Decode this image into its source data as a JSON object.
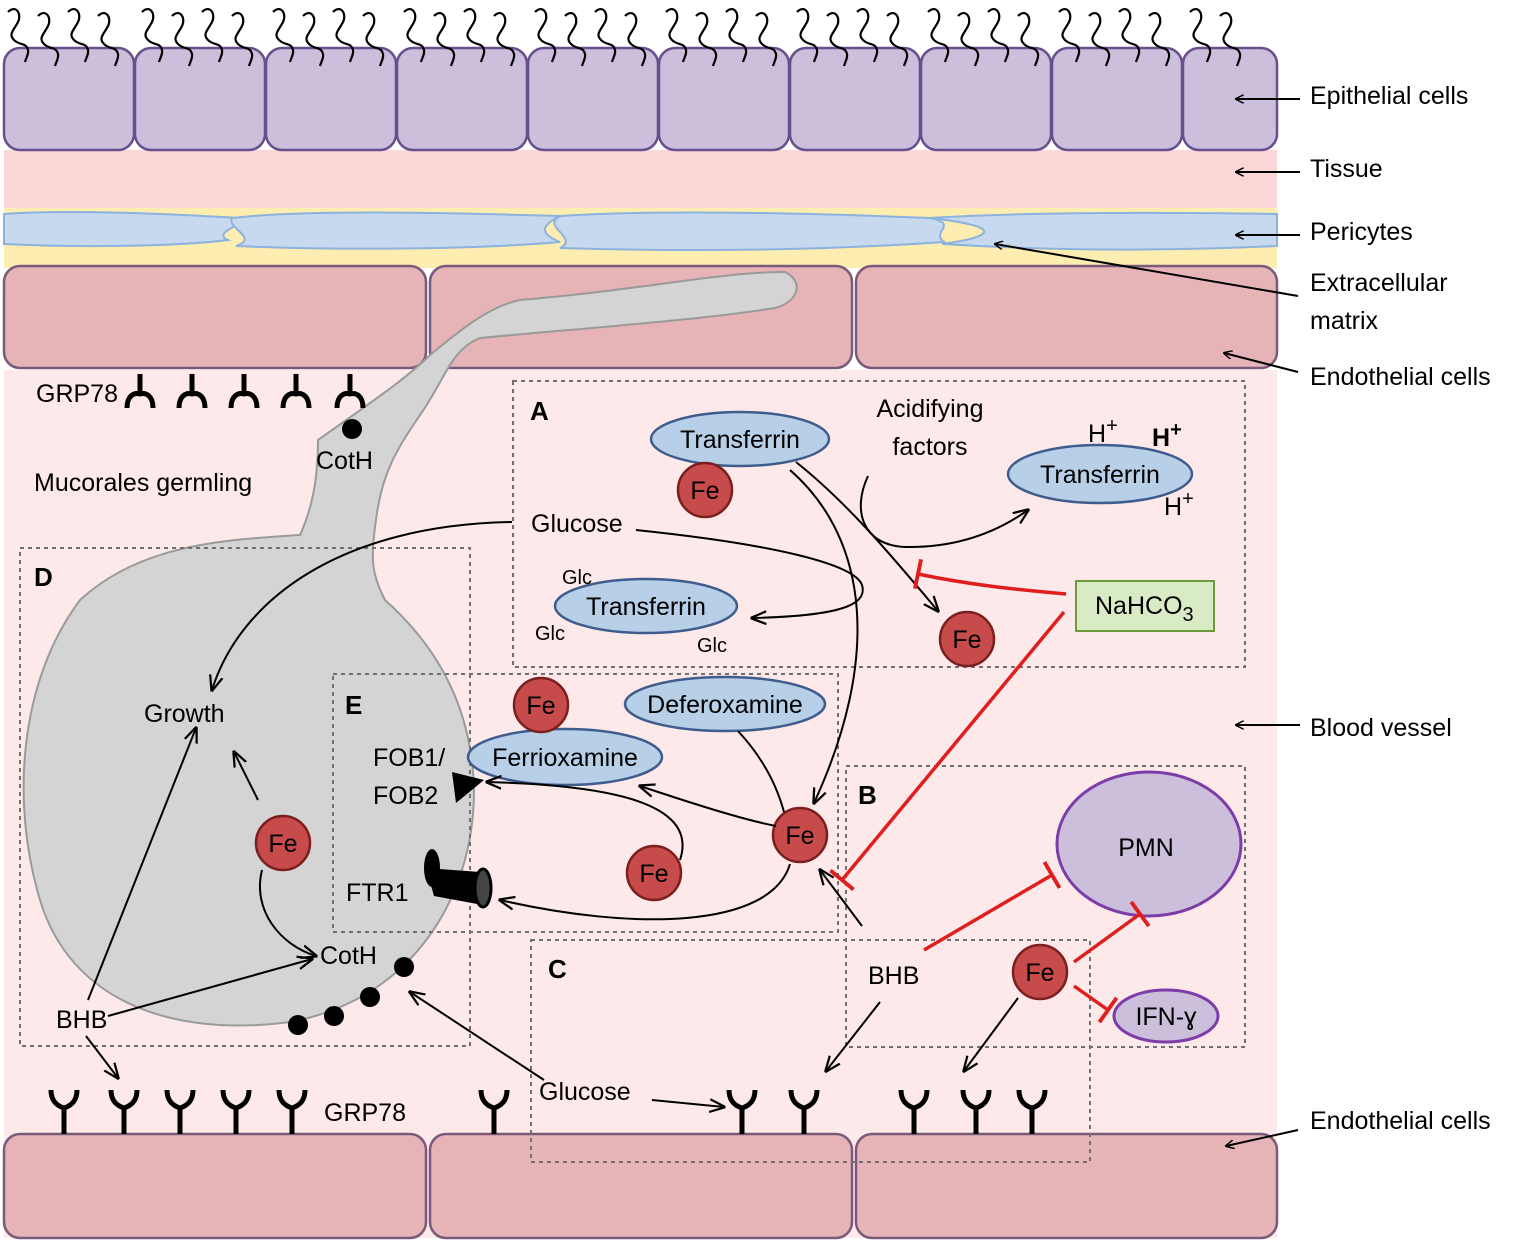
{
  "side_labels": {
    "epithelial": "Epithelial cells",
    "tissue": "Tissue",
    "pericytes": "Pericytes",
    "ecm_1": "Extracellular",
    "ecm_2": "matrix",
    "endothelial_top": "Endothelial cells",
    "blood_vessel": "Blood vessel",
    "endothelial_bottom": "Endothelial cells"
  },
  "panels": {
    "a": "A",
    "b": "B",
    "c": "C",
    "d": "D",
    "e": "E"
  },
  "labels": {
    "grp78_top": "GRP78",
    "grp78_bottom": "GRP78",
    "mucorales": "Mucorales germling",
    "coth_top": "CotH",
    "coth_bottom": "CotH",
    "transferrin": "Transferrin",
    "transferrin_acid": "Transferrin",
    "transferrin_glc": "Transferrin",
    "acidifying_1": "Acidifying",
    "acidifying_2": "factors",
    "h_plus": "H",
    "h_sup": "+",
    "glucose_a": "Glucose",
    "glucose_c": "Glucose",
    "glc": "Glc",
    "nahco3": "NaHCO",
    "nahco3_sub": "3",
    "fe": "Fe",
    "growth": "Growth",
    "deferoxamine": "Deferoxamine",
    "ferrioxamine": "Ferrioxamine",
    "fob1": "FOB1/",
    "fob2": "FOB2",
    "ftr1": "FTR1",
    "pmn": "PMN",
    "bhb_b": "BHB",
    "bhb_d": "BHB",
    "ifn": "IFN-ɣ"
  },
  "colors": {
    "epithelial": "#cbbfdb",
    "epithelial_stroke": "#6a4f8e",
    "tissue": "#fbd7d8",
    "pericyte": "#c6d9ee",
    "ecm": "#fdedb0",
    "endothelial": "#e6b4b6",
    "endothelial_stroke": "#7a5a7a",
    "vessel": "#fde9ea",
    "germling": "#d4d4d4",
    "iron": "#c84b4b",
    "protein": "#b8cfe8",
    "protein_stroke": "#3e5d8c",
    "inhibit": "#e01e1e",
    "nahco3_fill": "#d8ebc5",
    "nahco3_stroke": "#6f9a3c",
    "pmn_fill": "#cbbfdb",
    "pmn_stroke": "#7d3ca8"
  }
}
